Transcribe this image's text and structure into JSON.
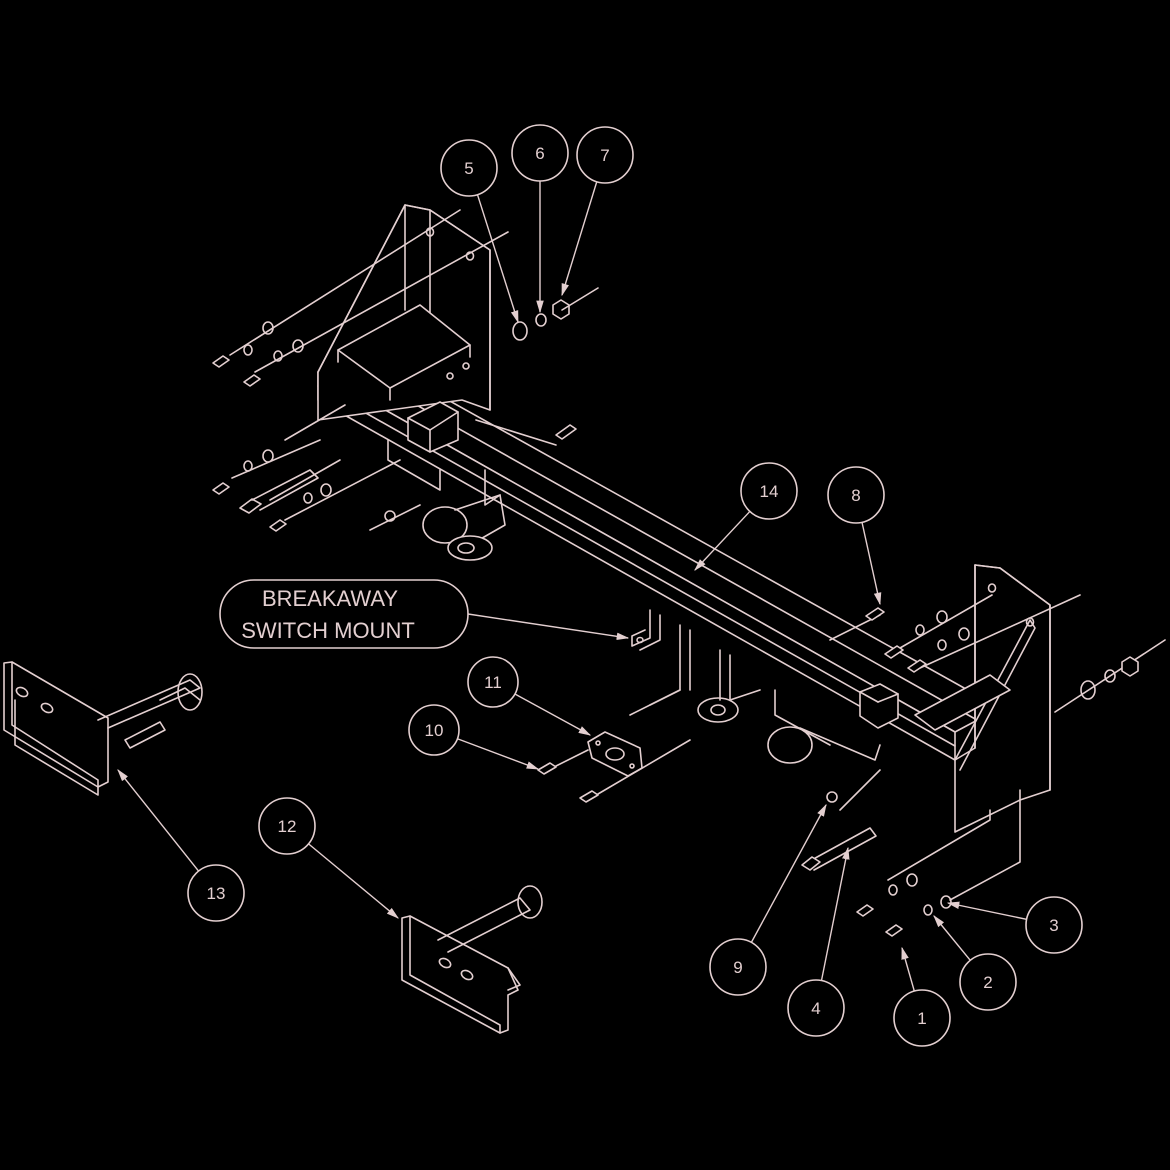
{
  "colors": {
    "background": "#000000",
    "line": "#e3cfd0"
  },
  "callouts": [
    {
      "id": "1",
      "label": "1"
    },
    {
      "id": "2",
      "label": "2"
    },
    {
      "id": "3",
      "label": "3"
    },
    {
      "id": "4",
      "label": "4"
    },
    {
      "id": "5",
      "label": "5"
    },
    {
      "id": "6",
      "label": "6"
    },
    {
      "id": "7",
      "label": "7"
    },
    {
      "id": "8",
      "label": "8"
    },
    {
      "id": "9",
      "label": "9"
    },
    {
      "id": "10",
      "label": "10"
    },
    {
      "id": "11",
      "label": "11"
    },
    {
      "id": "12",
      "label": "12"
    },
    {
      "id": "13",
      "label": "13"
    },
    {
      "id": "14",
      "label": "14"
    }
  ],
  "note": {
    "line1": "BREAKAWAY",
    "line2": "SWITCH MOUNT"
  }
}
